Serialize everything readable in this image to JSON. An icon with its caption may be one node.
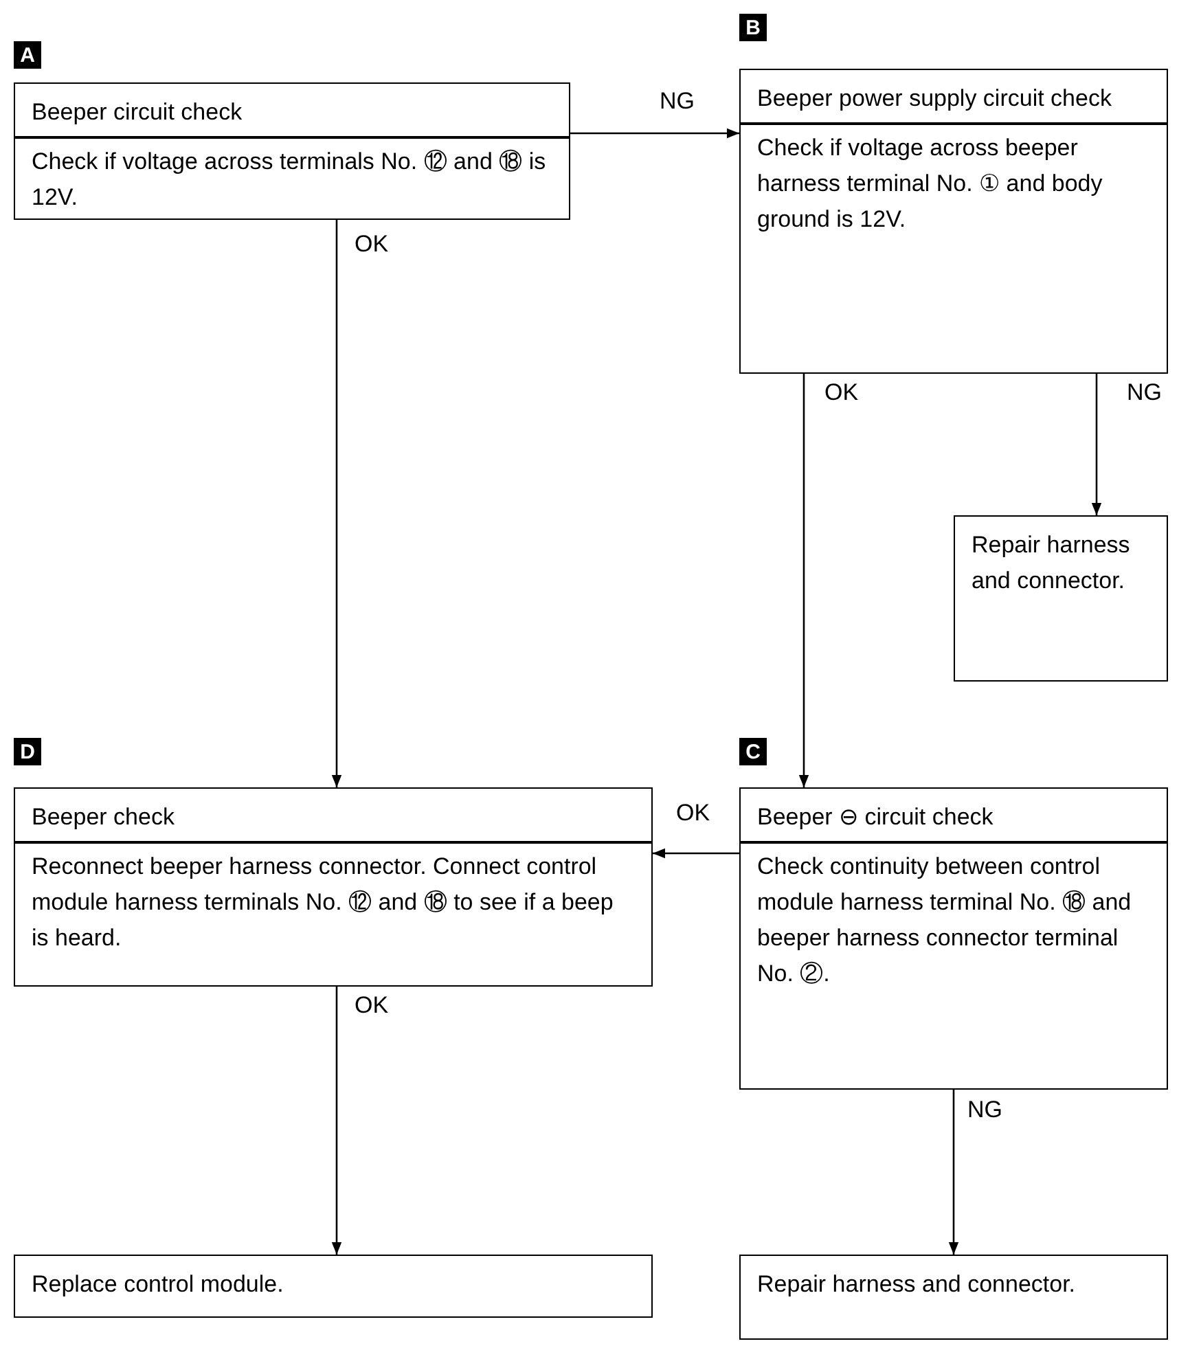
{
  "diagram": {
    "nodes": [
      {
        "text": [
          "Beeper circuit check",
          "Check if voltage across terminals No. ⑫ and ⑱ is 12V."
        ],
        "beside": [
          "A"
        ]
      },
      {
        "text": [
          "Beeper power supply circuit check",
          "Check if voltage across beeper harness terminal No. ① and body ground is 12V."
        ],
        "beside": [
          "B"
        ]
      },
      {
        "text": [
          "Repair harness and connector."
        ]
      },
      {
        "text": [
          "Beeper check",
          "Reconnect beeper harness connector. Connect control module harness terminals No. ⑫ and ⑱ to see if a beep is heard."
        ],
        "beside": [
          "D"
        ]
      },
      {
        "text": [
          "Beeper ⊖ circuit check",
          "Check continuity between control module harness terminal No. ⑱ and beeper harness connector terminal No. ②."
        ],
        "beside": [
          "C"
        ]
      },
      {
        "text": [
          "Replace control module."
        ]
      },
      {
        "text": [
          "Repair harness and connector."
        ]
      }
    ],
    "edges": [
      {
        "from": 0,
        "to": 1,
        "arrow": "to",
        "label": "NG"
      },
      {
        "from": 0,
        "to": 3,
        "arrow": "to",
        "label": "OK"
      },
      {
        "from": 1,
        "to": 4,
        "arrow": "to",
        "label": "OK"
      },
      {
        "from": 1,
        "to": 2,
        "arrow": "to",
        "label": "NG"
      },
      {
        "from": 4,
        "to": 3,
        "arrow": "to",
        "label": "OK"
      },
      {
        "from": 3,
        "to": 5,
        "arrow": "to",
        "label": "OK"
      },
      {
        "from": 4,
        "to": 6,
        "arrow": "to",
        "label": "NG"
      }
    ]
  }
}
